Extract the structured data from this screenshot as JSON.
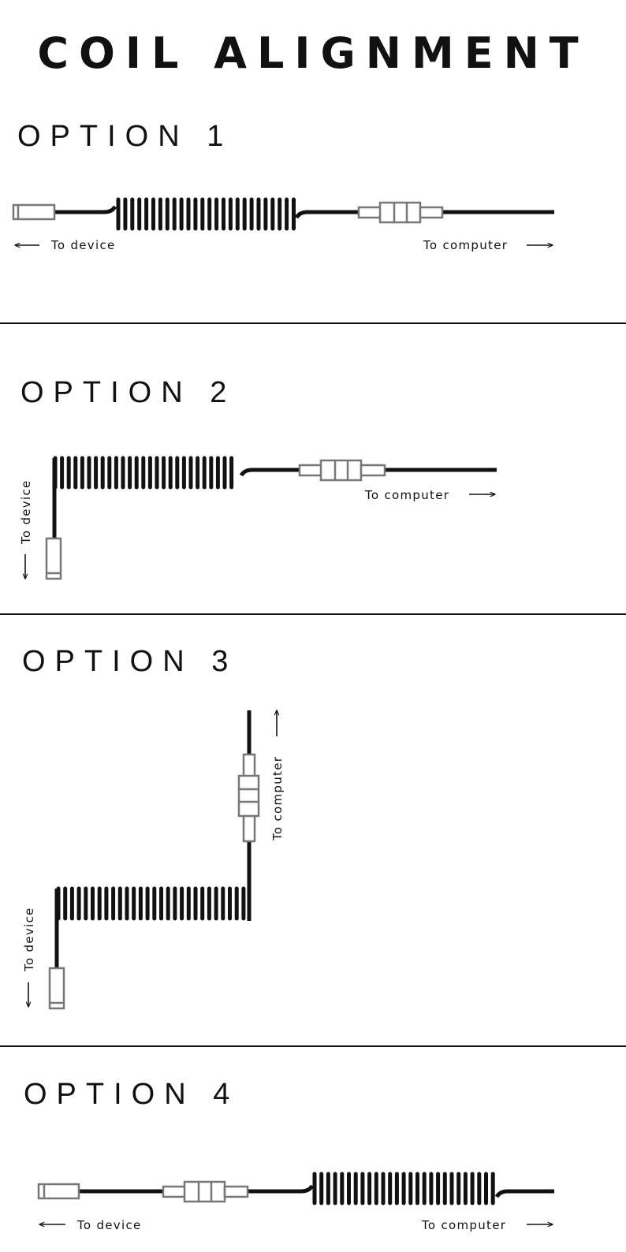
{
  "title": "COIL ALIGNMENT",
  "options": [
    {
      "heading": "OPTION 1",
      "device_label": "To device",
      "computer_label": "To computer"
    },
    {
      "heading": "OPTION 2",
      "device_label": "To device",
      "computer_label": "To computer"
    },
    {
      "heading": "OPTION 3",
      "device_label": "To device",
      "computer_label": "To computer"
    },
    {
      "heading": "OPTION 4",
      "device_label": "To device",
      "computer_label": "To computer"
    }
  ],
  "colors": {
    "cable": "#111111",
    "connector": "#777777",
    "background": "#ffffff"
  }
}
